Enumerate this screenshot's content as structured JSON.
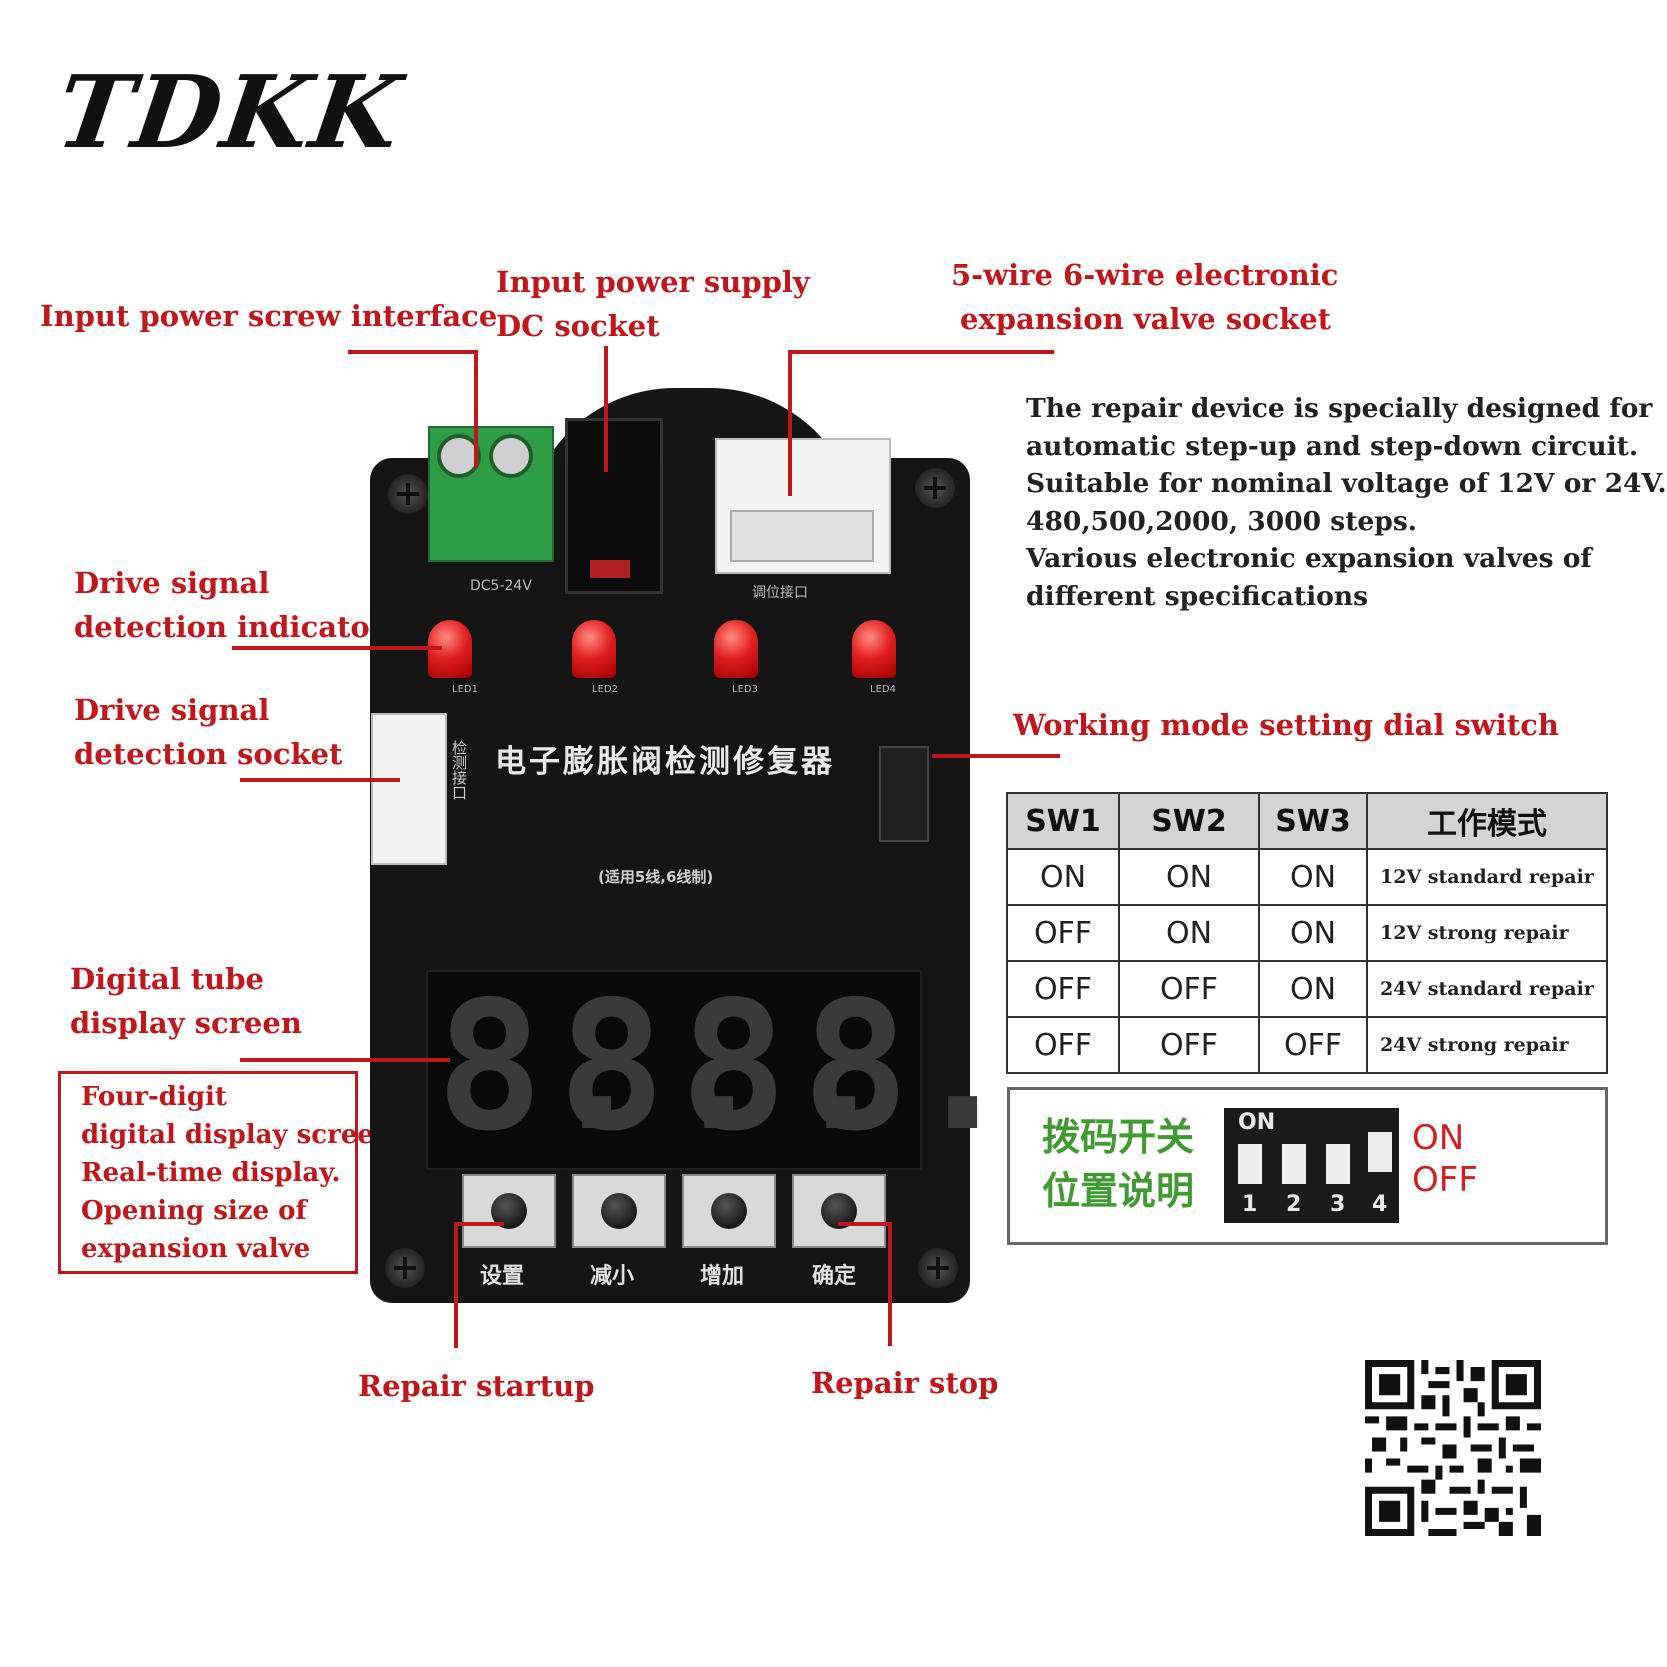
{
  "brand": "TDKK",
  "callouts": {
    "screw_interface": "Input power screw interface",
    "dc_socket_l1": "Input power supply",
    "dc_socket_l2": "DC socket",
    "valve_socket_l1": "5-wire 6-wire electronic",
    "valve_socket_l2": "expansion valve socket",
    "indicator_l1": "Drive signal",
    "indicator_l2": "detection indicator",
    "det_socket_l1": "Drive signal",
    "det_socket_l2": "detection socket",
    "dial_switch": "Working mode setting dial switch",
    "display_l1": "Digital tube",
    "display_l2": "display screen",
    "repair_start": "Repair startup",
    "repair_stop": "Repair stop"
  },
  "description": [
    "The repair device is specially designed for",
    "automatic step-up and step-down circuit.",
    "Suitable for nominal voltage of 12V or 24V.",
    "480,500,2000, 3000 steps.",
    "Various electronic expansion valves of",
    "different specifications"
  ],
  "display_note": [
    "Four-digit",
    "digital display screen.",
    "Real-time display.",
    "Opening size of",
    "expansion valve"
  ],
  "board": {
    "title": "电子膨胀阀检测修复器",
    "subtitle": "(适用5线,6线制)",
    "dc_label": "DC5-24V",
    "valve_port": "调位接口",
    "side_port": "检测接口",
    "led_labels": [
      "LED1",
      "LED2",
      "LED3",
      "LED4"
    ],
    "digits": [
      "8.",
      "8.",
      "8.",
      "8."
    ],
    "buttons": [
      "设置",
      "减小",
      "增加",
      "确定"
    ]
  },
  "mode_table": {
    "headers": [
      "SW1",
      "SW2",
      "SW3",
      "工作模式"
    ],
    "rows": [
      [
        "ON",
        "ON",
        "ON",
        "12V standard repair"
      ],
      [
        "OFF",
        "ON",
        "ON",
        "12V strong repair"
      ],
      [
        "OFF",
        "OFF",
        "ON",
        "24V standard repair"
      ],
      [
        "OFF",
        "OFF",
        "OFF",
        "24V strong repair"
      ]
    ]
  },
  "dip_legend": {
    "label_l1": "拨码开关",
    "label_l2": "位置说明",
    "on_text": "ON",
    "numbers": [
      "1",
      "2",
      "3",
      "4"
    ],
    "state_on": "ON",
    "state_off": "OFF"
  },
  "colors": {
    "accent": "#c0171b",
    "board": "#151515",
    "green_label": "#3f9b2f"
  }
}
